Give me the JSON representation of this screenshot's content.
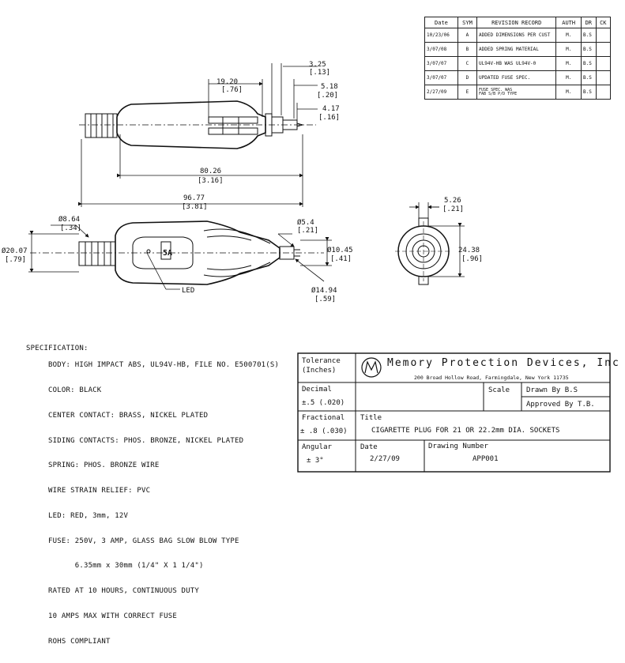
{
  "revision": {
    "headers": [
      "Date",
      "SYM",
      "REVISION RECORD",
      "AUTH",
      "DR",
      "CK"
    ],
    "rows": [
      {
        "date": "10/23/06",
        "sym": "A",
        "record": "ADDED DIMENSIONS PER CUST",
        "auth": "M.",
        "dr": "B.S",
        "ck": ""
      },
      {
        "date": "3/07/08",
        "sym": "B",
        "record": "ADDED SPRING MATERIAL",
        "auth": "M.",
        "dr": "B.S",
        "ck": ""
      },
      {
        "date": "3/07/07",
        "sym": "C",
        "record": "UL94V-HB WAS UL94V-0",
        "auth": "M.",
        "dr": "B.S",
        "ck": ""
      },
      {
        "date": "3/07/07",
        "sym": "D",
        "record": "UPDATED FUSE SPEC.",
        "auth": "M.",
        "dr": "B.S",
        "ck": ""
      },
      {
        "date": "2/27/09",
        "sym": "E",
        "record": "FUSE SPEC. WAS\nFAB S/B P/D TYPE",
        "auth": "M.",
        "dr": "B.S",
        "ck": ""
      }
    ]
  },
  "dimensions": {
    "d325": "3.25",
    "d325i": "[.13]",
    "d1920": "19.20",
    "d1920i": "[.76]",
    "d518": "5.18",
    "d518i": "[.20]",
    "d417": "4.17",
    "d417i": "[.16]",
    "d8026": "80.26",
    "d8026i": "[3.16]",
    "d9677": "96.77",
    "d9677i": "[3.81]",
    "d864": "Ø8.64",
    "d864i": "[.34]",
    "d2007": "Ø20.07",
    "d2007i": "[.79]",
    "d54": "Ø5.4",
    "d54i": "[.21]",
    "d1045": "Ø10.45",
    "d1045i": "[.41]",
    "d494": "Ø14.94",
    "d494i": "[.59]",
    "d526": "5.26",
    "d526i": "[.21]",
    "d2438": "24.38",
    "d2438i": "[.96]",
    "led": "LED",
    "badge": "5A"
  },
  "spec": {
    "title": "SPECIFICATION:",
    "lines": [
      "BODY: HIGH IMPACT ABS, UL94V-HB, FILE NO. E500701(S)",
      "COLOR: BLACK",
      "CENTER CONTACT: BRASS, NICKEL PLATED",
      "SIDING CONTACTS: PHOS. BRONZE, NICKEL PLATED",
      "SPRING: PHOS. BRONZE WIRE",
      "WIRE STRAIN RELIEF: PVC",
      "LED: RED, 3mm, 12V",
      "FUSE: 250V, 3 AMP, GLASS BAG SLOW BLOW TYPE",
      "      6.35mm x 30mm (1/4\" X 1 1/4\")",
      "RATED AT 10 HOURS, CONTINUOUS DUTY",
      "10 AMPS MAX WITH CORRECT FUSE",
      "ROHS COMPLIANT"
    ]
  },
  "titleblock": {
    "tolerance_label": "Tolerance",
    "tolerance_unit": "(Inches)",
    "company": "Memory Protection Devices, Inc",
    "address": "200 Broad Hollow Road, Farmingdale, New York 11735",
    "decimal_label": "Decimal",
    "decimal_value": "±.5 (.020)",
    "scale_label": "Scale",
    "drawn_by": "Drawn By  B.S",
    "approved_by": "Approved By  T.B.",
    "fractional_label": "Fractional",
    "fractional_value": "± .8 (.030)",
    "title_label": "Title",
    "title_value": "CIGARETTE PLUG FOR 21 OR 22.2mm DIA. SOCKETS",
    "angular_label": "Angular",
    "angular_value": "± 3°",
    "date_label": "Date",
    "date_value": "2/27/09",
    "drawing_number_label": "Drawing Number",
    "drawing_number_value": "APP001"
  }
}
